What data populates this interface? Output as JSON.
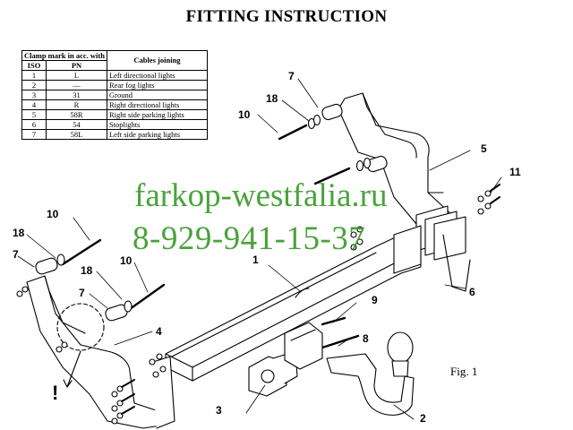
{
  "title": "FITTING INSTRUCTION",
  "table": {
    "header_clamp": "Clamp mark in acc. with",
    "header_iso": "ISO",
    "header_pn": "PN",
    "header_cables": "Cables joining",
    "rows": [
      {
        "iso": "1",
        "pn": "L",
        "desc": "Left directional lights"
      },
      {
        "iso": "2",
        "pn": "—",
        "desc": "Rear fog lights"
      },
      {
        "iso": "3",
        "pn": "31",
        "desc": "Ground"
      },
      {
        "iso": "4",
        "pn": "R",
        "desc": "Right directional lights"
      },
      {
        "iso": "5",
        "pn": "58R",
        "desc": "Right side parking lights"
      },
      {
        "iso": "6",
        "pn": "54",
        "desc": "Stoplights"
      },
      {
        "iso": "7",
        "pn": "58L",
        "desc": "Left side parking lights"
      }
    ]
  },
  "watermark": {
    "site": "farkop-westfalia.ru",
    "phone": "8-929-941-15-37",
    "color": "#3a9c2a"
  },
  "callouts": {
    "n1": "1",
    "n2": "2",
    "n3": "3",
    "n4": "4",
    "n5": "5",
    "n6": "6",
    "n7a": "7",
    "n7b": "7",
    "n7c": "7",
    "n8": "8",
    "n9": "9",
    "n10a": "10",
    "n10b": "10",
    "n10c": "10",
    "n11": "11",
    "n18a": "18",
    "n18b": "18",
    "n18c": "18",
    "warning": "!"
  },
  "figure_label": "Fig. 1"
}
